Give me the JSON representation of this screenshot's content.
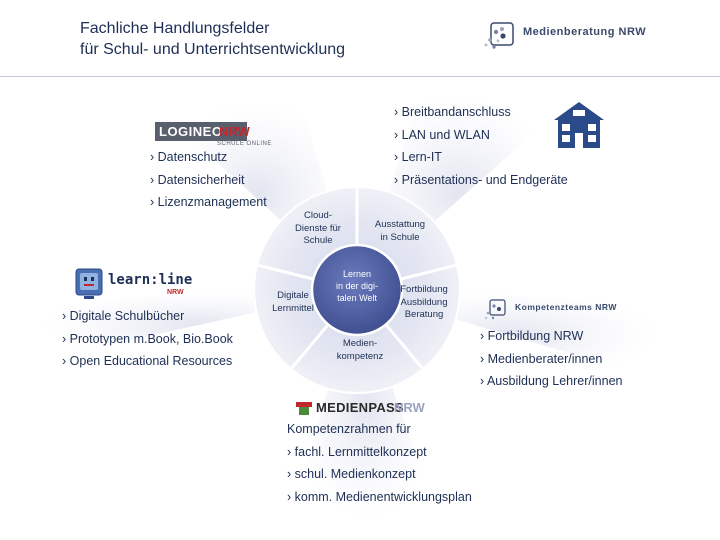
{
  "header": {
    "title_line1": "Fachliche Handlungsfelder",
    "title_line2": "für Schul- und Unterrichtsentwicklung",
    "brand": "Medienberatung NRW"
  },
  "logos": {
    "logineo_main": "LOGINEO",
    "logineo_nrw": "NRW",
    "logineo_sub": "SCHULE ONLINE",
    "learnline_main": "learn:line",
    "learnline_sub": "NRW",
    "kompetenzteams": "Kompetenzteams NRW",
    "medienpass_main": "MEDIENPASS",
    "medienpass_nrw": "NRW"
  },
  "icons": {
    "school_house": "house-icon",
    "brand_dots": "dots-logo-icon",
    "learnline": "monitor-face-icon"
  },
  "lists": {
    "ausstattung": [
      "Breitbandanschluss",
      "LAN und WLAN",
      "Lern-IT",
      "Präsentations- und Endgeräte"
    ],
    "logineo": [
      "Datenschutz",
      "Datensicherheit",
      "Lizenzmanagement"
    ],
    "learnline": [
      "Digitale Schulbücher",
      "Prototypen m.Book, Bio.Book",
      "Open Educational Resources"
    ],
    "fortbildung": [
      "Fortbildung NRW",
      "Medienberater/innen",
      "Ausbildung Lehrer/innen"
    ],
    "medienpass_heading": "Kompetenzrahmen für",
    "medienpass": [
      "fachl. Lernmittelkonzept",
      "schul. Medienkonzept",
      "komm. Medienentwicklungsplan"
    ]
  },
  "wheel": {
    "center": "Lernen\nin der digi-\ntalen Welt",
    "cloud": "Cloud-\nDienste für\nSchule",
    "ausstattung": "Ausstattung\nin Schule",
    "lernmittel": "Digitale\nLernmittel",
    "fortbildung": "Fortbildung\nAusbildung\nBeratung",
    "kompetenz": "Medien-\nkompetenz"
  },
  "colors": {
    "navy": "#1e2f55",
    "wheel_center": "#4f5fa0",
    "medienpass_red": "#c0282d",
    "medienpass_green": "#4a8a3a",
    "house_blue": "#2b4a8a"
  }
}
